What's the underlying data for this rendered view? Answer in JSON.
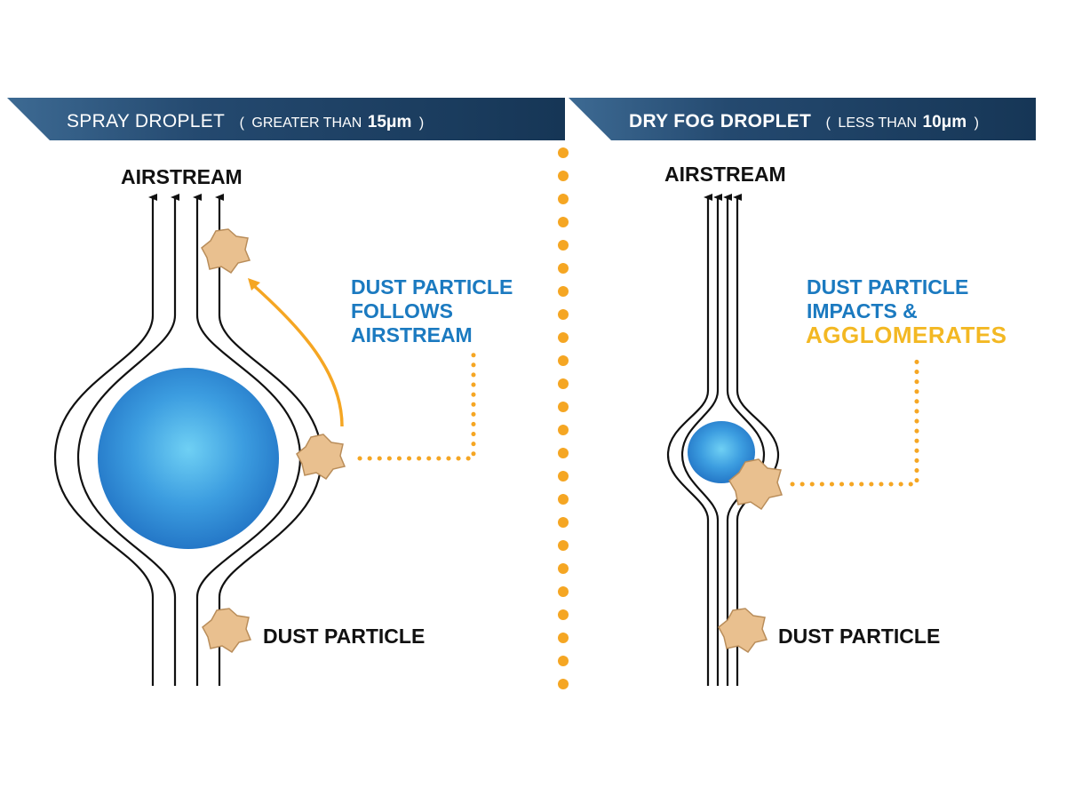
{
  "left_panel": {
    "title": "SPRAY DROPLET",
    "paren_open": "(",
    "size_qualifier": "GREATER THAN",
    "size_value": "15μm",
    "paren_close": ")",
    "airstream_label": "AIRSTREAM",
    "callout_lines": [
      "DUST PARTICLE",
      "FOLLOWS",
      "AIRSTREAM"
    ],
    "dust_label": "DUST PARTICLE"
  },
  "right_panel": {
    "title": "DRY FOG DROPLET",
    "paren_open": "(",
    "size_qualifier": "LESS THAN",
    "size_value": "10μm",
    "paren_close": ")",
    "airstream_label": "AIRSTREAM",
    "callout_lines": [
      "DUST PARTICLE",
      "IMPACTS &"
    ],
    "callout_highlight": "AGGLOMERATES",
    "dust_label": "DUST PARTICLE"
  },
  "colors": {
    "banner": "#1d3f66",
    "droplet": "#2a86d4",
    "callout_blue": "#1b7ac0",
    "accent_orange": "#f5a623",
    "highlight_yellow": "#f3b823",
    "particle_fill": "#e9c08f",
    "particle_stroke": "#b98d5a"
  }
}
